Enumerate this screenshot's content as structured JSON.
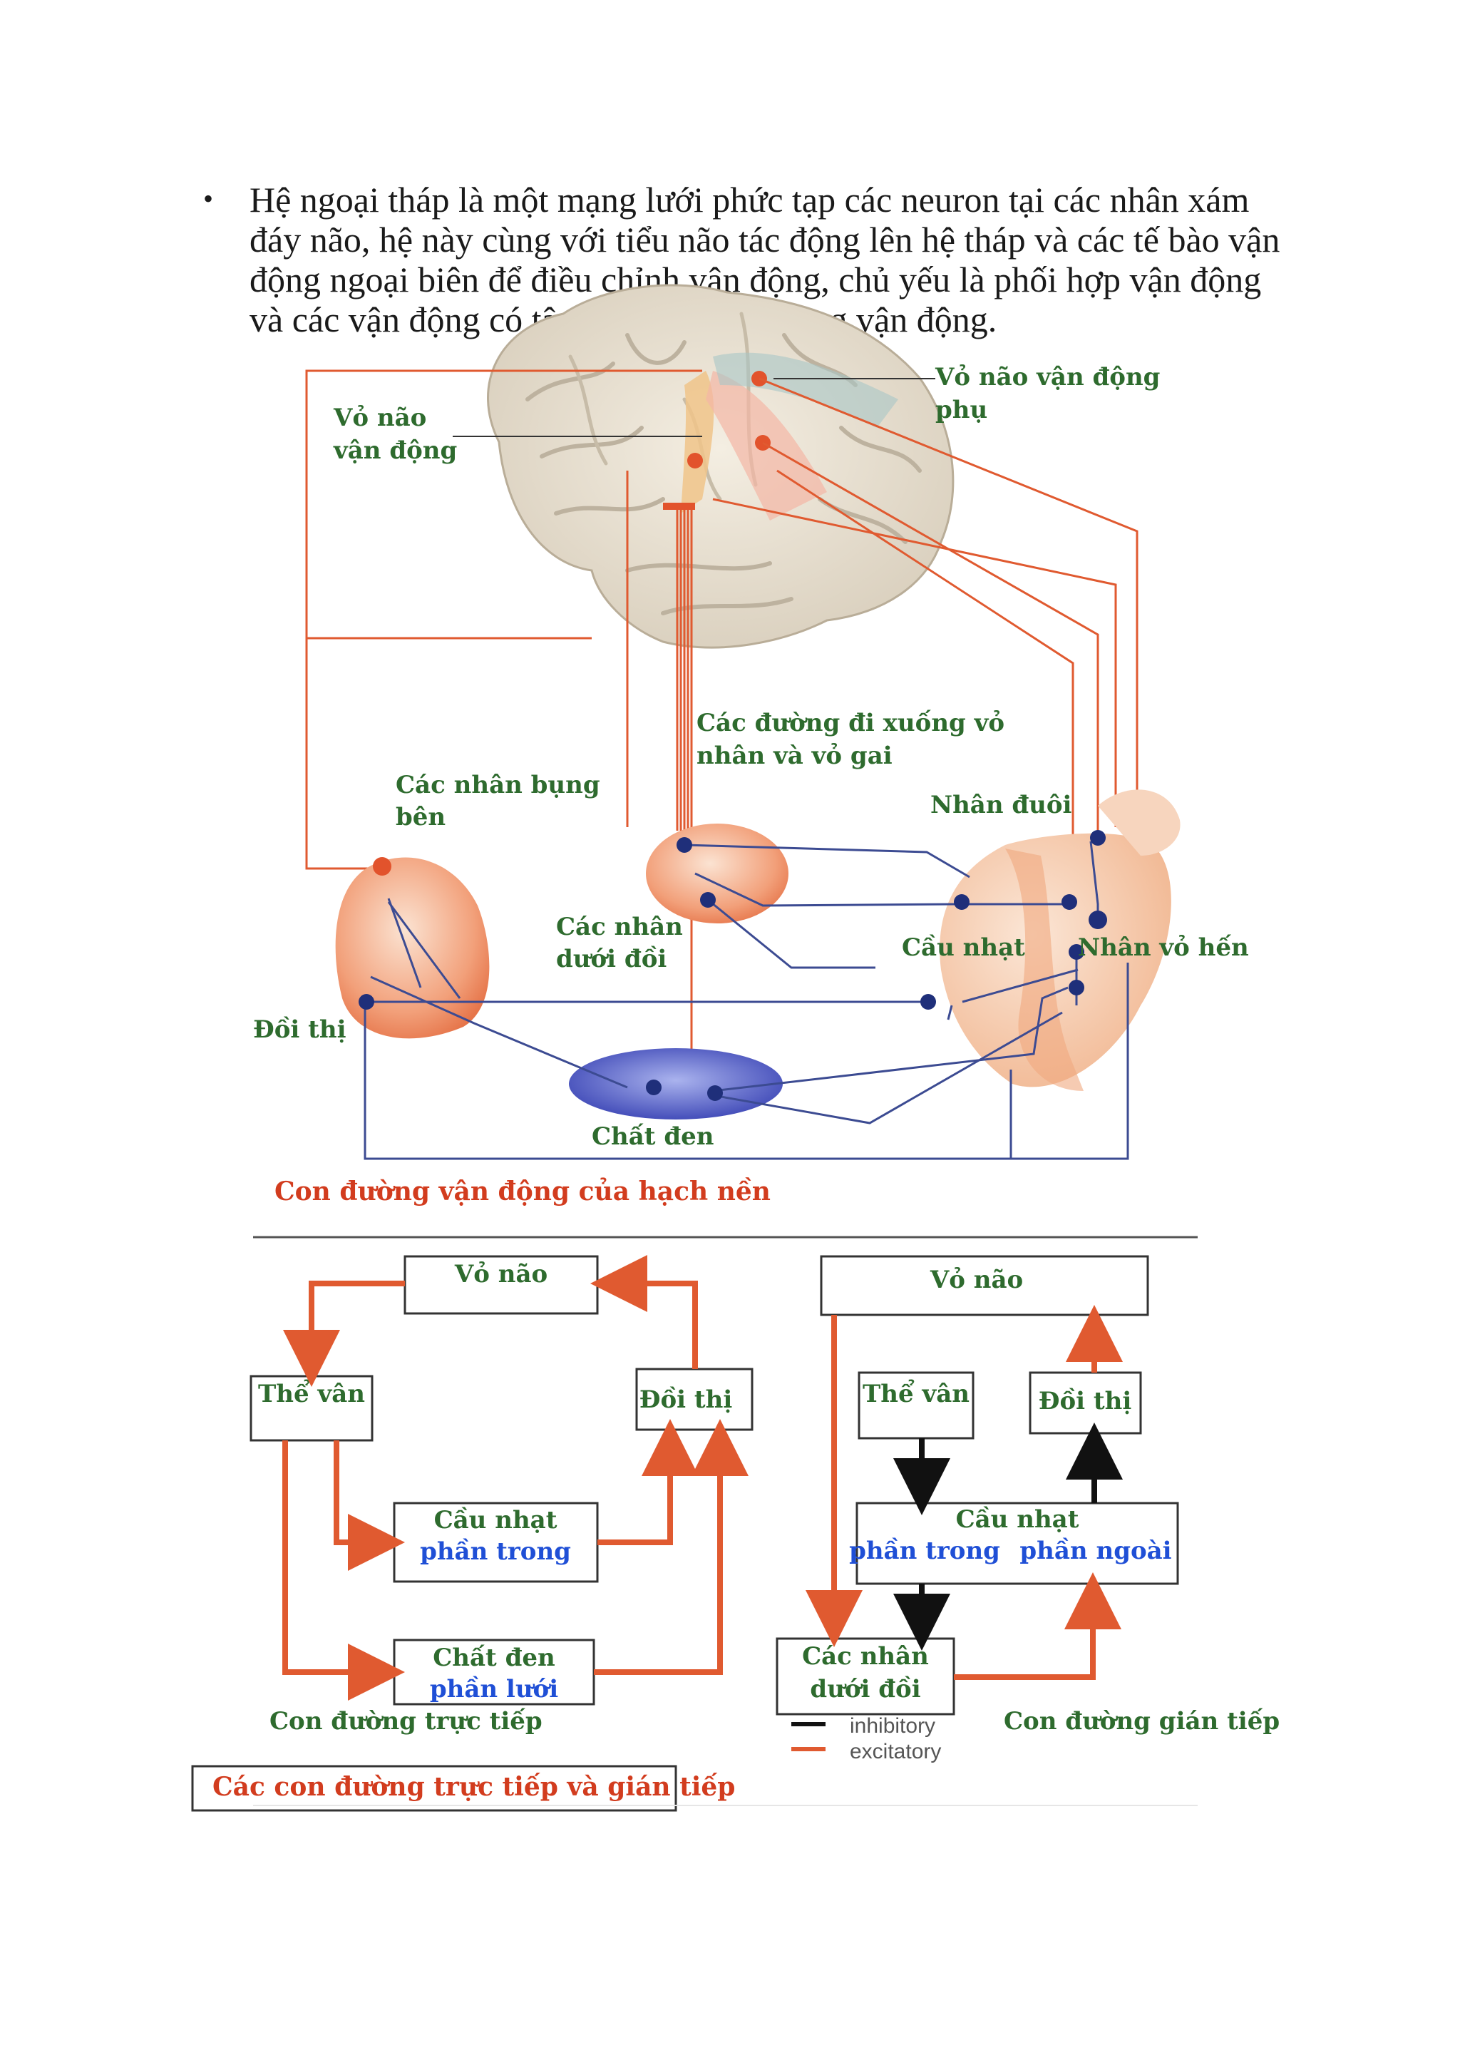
{
  "paragraph": {
    "bullet": "•",
    "text": "Hệ ngoại tháp là một mạng lưới phức tạp các neuron tại các nhân xám đáy não, hệ này cùng với tiểu não tác động lên hệ tháp và các tế bào vận động ngoại biên để điều chỉnh vận động, chủ yếu là phối hợp vận động và các vận động có tập luyện, tạo kỹ năng vận động."
  },
  "top_diagram": {
    "labels": {
      "supplementary_cortex_1": "Vỏ não vận động",
      "supplementary_cortex_2": "phụ",
      "motor_cortex_1": "Vỏ não",
      "motor_cortex_2": "vận động",
      "descending_1": "Các đường đi xuống vỏ",
      "descending_2": "nhân và vỏ gai",
      "ventrolateral_1": "Các nhân bụng",
      "ventrolateral_2": "bên",
      "caudate": "Nhân đuôi",
      "subthalamic_1": "Các nhân",
      "subthalamic_2": "dưới đồi",
      "globus_pallidus": "Cầu nhạt",
      "putamen": "Nhân vỏ hến",
      "thalamus": "Đồi thị",
      "substantia_nigra": "Chất đen"
    },
    "caption": "Con đường vận động của hạch nền"
  },
  "bottom_left": {
    "cortex": "Vỏ não",
    "striatum": "Thể vân",
    "thalamus": "Đồi thị",
    "gp_1": "Cầu nhạt",
    "gp_2": "phần trong",
    "sn_1": "Chất đen",
    "sn_2": "phần lưới",
    "pathway": "Con đường trực tiếp"
  },
  "bottom_right": {
    "cortex": "Vỏ não",
    "striatum": "Thể vân",
    "thalamus": "Đồi thị",
    "gp_1": "Cầu nhạt",
    "gp_2a": "phần trong",
    "gp_2b": "phần ngoài",
    "stn_1": "Các nhân",
    "stn_2": "dưới đồi",
    "legend_inhibitory": "inhibitory",
    "legend_excitatory": "excitatory",
    "pathway": "Con đường gián tiếp"
  },
  "bottom_caption": "Các con đường trực tiếp và gián tiếp",
  "colors": {
    "red": "#e05a30",
    "navy": "#1f2f7a",
    "green_label": "#2e6b2e",
    "blue_text": "#1f4fd6"
  }
}
